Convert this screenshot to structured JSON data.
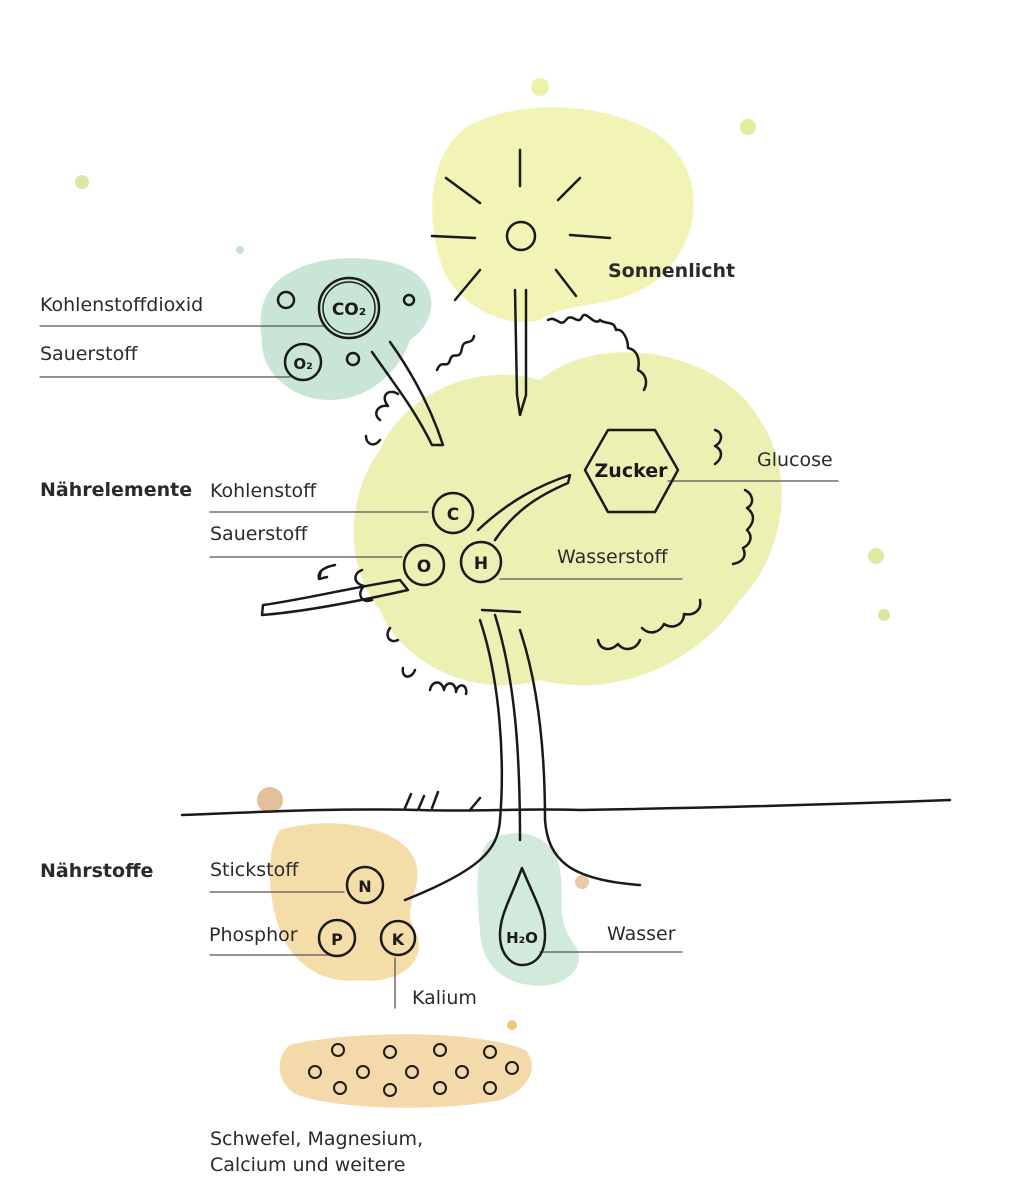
{
  "labels": {
    "sunlight": "Sonnenlicht",
    "co2_label": "Kohlenstoffdioxid",
    "o2_label": "Sauerstoff",
    "naehrelemente": "Nährelemente",
    "carbon": "Kohlenstoff",
    "oxygen": "Sauerstoff",
    "hydrogen": "Wasserstoff",
    "glucose": "Glucose",
    "naehrstoffe": "Nährstoffe",
    "nitrogen": "Stickstoff",
    "phosphorus": "Phosphor",
    "potassium": "Kalium",
    "water": "Wasser",
    "others_line1": "Schwefel, Magnesium,",
    "others_line2": "Calcium und weitere"
  },
  "symbols": {
    "co2": "CO₂",
    "o2": "O₂",
    "c": "C",
    "o": "O",
    "h": "H",
    "sugar": "Zucker",
    "n": "N",
    "p": "P",
    "k": "K",
    "h2o": "H₂O"
  },
  "colors": {
    "sun_wash": "#eef2a8",
    "crown_wash": "#e7eea0",
    "co2_wash": "#bfe0cf",
    "nutrient_wash": "#f3d79a",
    "water_wash": "#c9e6d6",
    "ink": "#1a1a1a"
  }
}
